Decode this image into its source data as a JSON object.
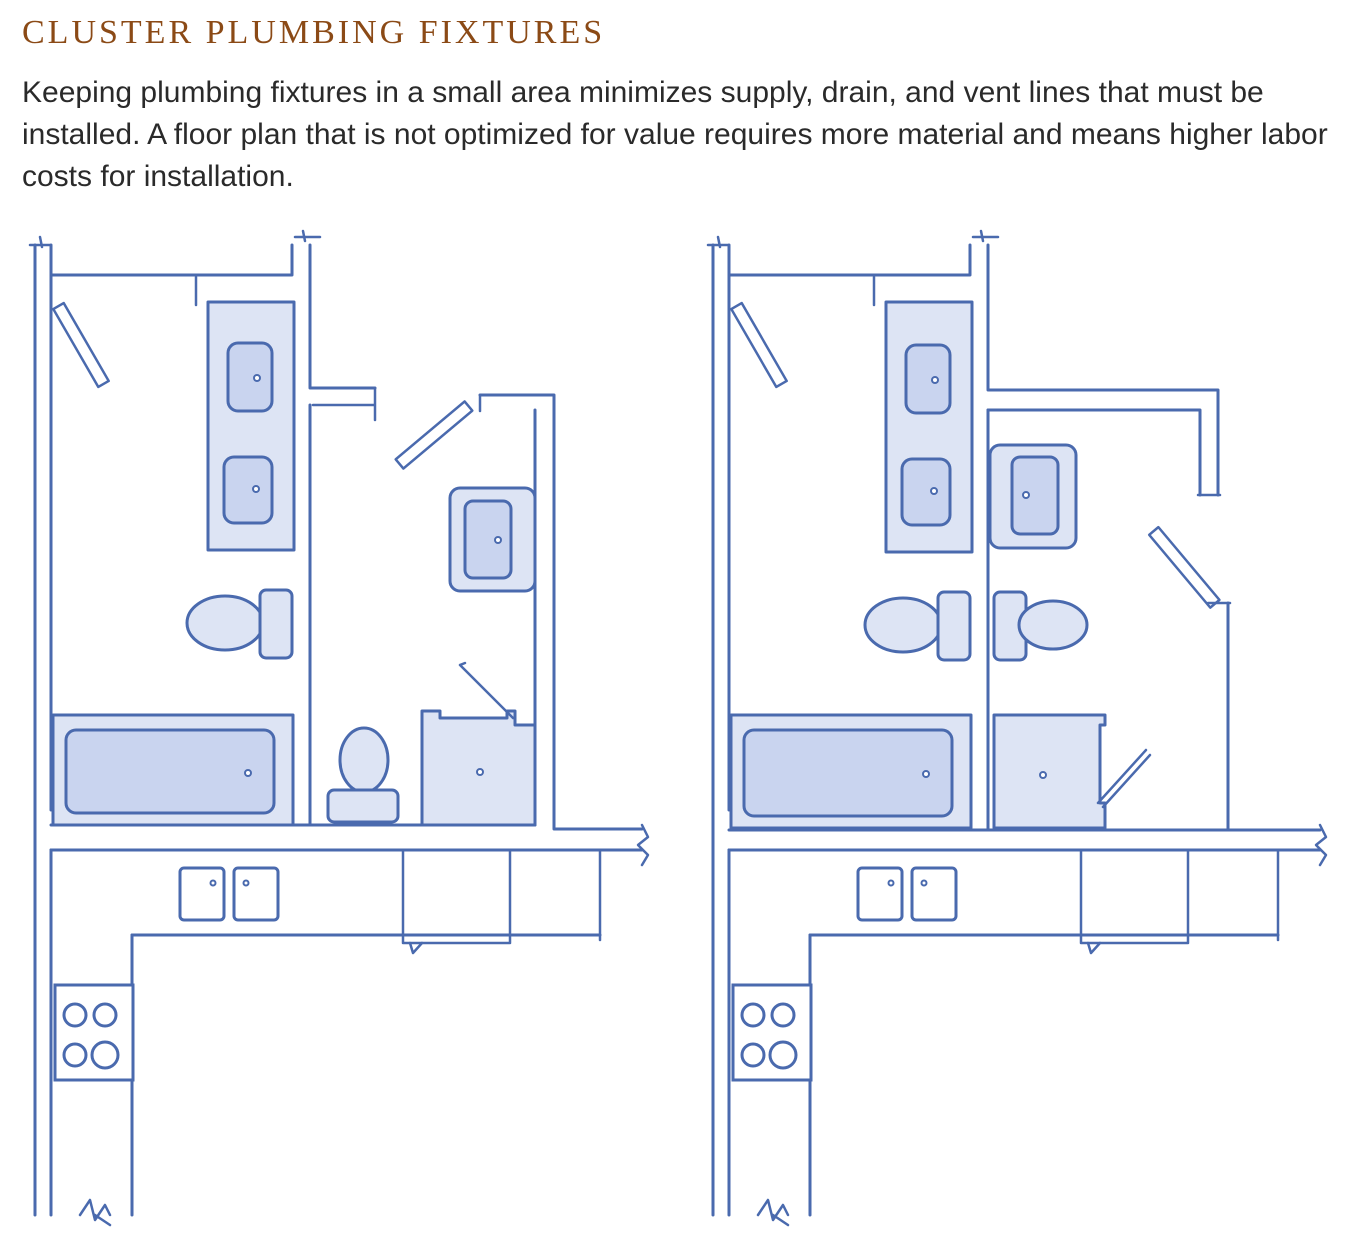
{
  "header": {
    "title": "CLUSTER PLUMBING FIXTURES",
    "description": "Keeping plumbing fixtures in a small area minimizes supply, drain, and vent lines that must be installed. A floor plan that is not optimized for value requires more material and means higher labor costs for installation."
  },
  "colors": {
    "title": "#8b4a16",
    "text": "#2a2a2a",
    "line": "#4a6aae",
    "fixture_fill": "#dde4f4"
  },
  "plans": [
    {
      "id": "plan-left",
      "fixtures": [
        "door",
        "vanity-sink",
        "vanity-sink",
        "toilet",
        "bathtub",
        "door",
        "sink",
        "toilet",
        "shower",
        "cabinet",
        "cooktop"
      ]
    },
    {
      "id": "plan-right",
      "fixtures": [
        "door",
        "vanity-sink",
        "vanity-sink",
        "toilet",
        "bathtub",
        "sink",
        "toilet",
        "shower",
        "door",
        "cabinet",
        "cooktop"
      ]
    }
  ]
}
